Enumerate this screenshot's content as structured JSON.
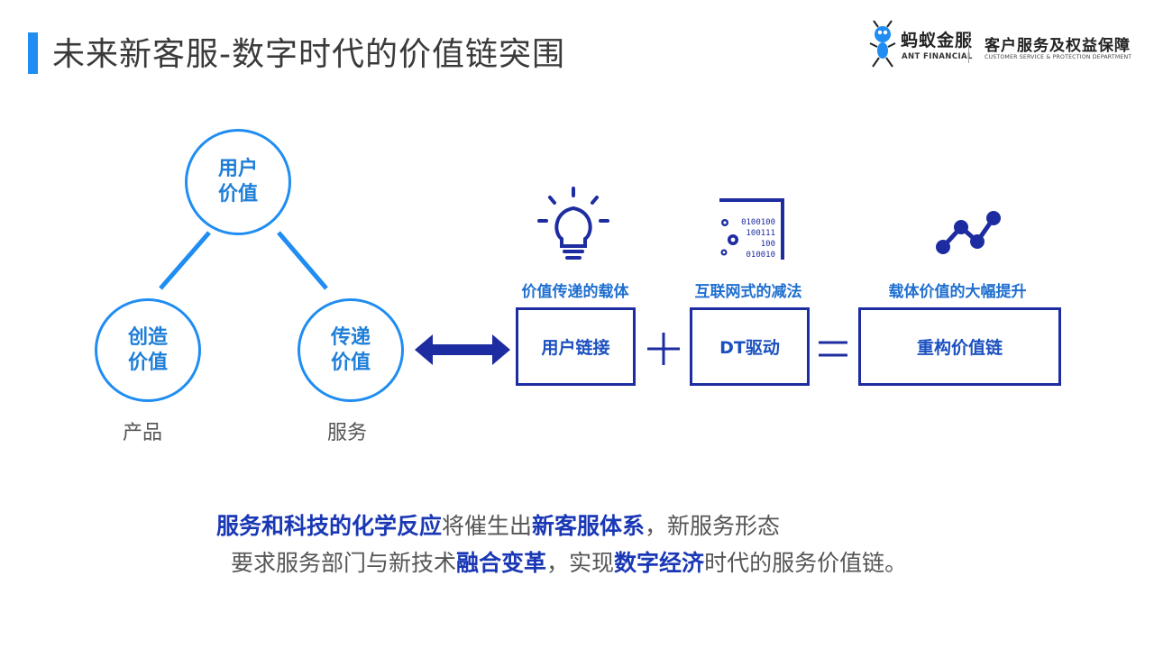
{
  "header": {
    "title": "未来新客服-数字时代的价值链突围"
  },
  "logo": {
    "brand_cn": "蚂蚁金服",
    "brand_en": "ANT FINANCIAL",
    "dept_cn": "客户服务及权益保障",
    "dept_en": "CUSTOMER SERVICE & PROTECTION DEPARTMENT"
  },
  "triangle": {
    "top": "用户\n价值",
    "left": "创造\n价值",
    "right": "传递\n价值",
    "left_label": "产品",
    "right_label": "服务"
  },
  "equation": {
    "item1": {
      "caption": "价值传递的载体",
      "box": "用户链接",
      "icon": "lightbulb-icon"
    },
    "item2": {
      "caption": "互联网式的减法",
      "box": "DT驱动",
      "icon": "binary-gear-icon",
      "binary": [
        "0100100",
        "100111",
        "100",
        "010010"
      ]
    },
    "item3": {
      "caption": "载体价值的大幅提升",
      "box": "重构价值链",
      "icon": "line-chart-icon"
    }
  },
  "bottom": {
    "line1": {
      "b1": "服务和科技的化学反应",
      "t1": "将催生出",
      "b2": "新客服体系",
      "t2": "，新服务形态"
    },
    "line2": {
      "t1": "要求服务部门与新技术",
      "b1": "融合变革",
      "t2": "，实现",
      "b2": "数字经济",
      "t3": "时代的服务价值链。"
    }
  },
  "colors": {
    "accent": "#1f8df2",
    "navy": "#1d2ca1",
    "bold_blue": "#1a38b5"
  }
}
